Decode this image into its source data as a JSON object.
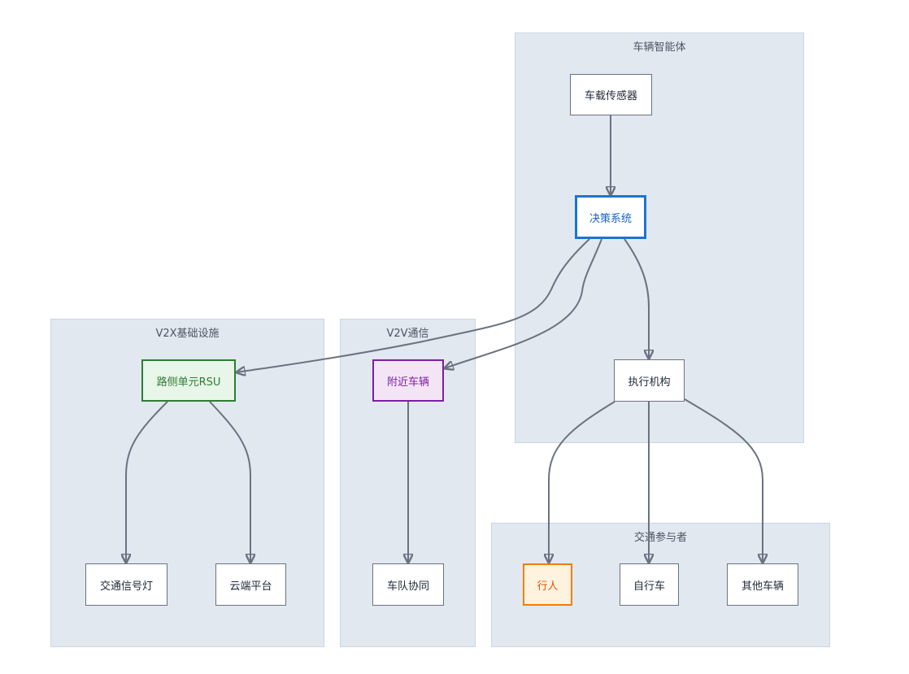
{
  "clusters": {
    "vehicle_agent": "车辆智能体",
    "v2x_infra": "V2X基础设施",
    "v2v_comm": "V2V通信",
    "traffic_participants": "交通参与者"
  },
  "nodes": {
    "sensors": "车载传感器",
    "decision": "决策系统",
    "actuator": "执行机构",
    "rsu": "路侧单元RSU",
    "traffic_light": "交通信号灯",
    "cloud": "云端平台",
    "nearby_vehicle": "附近车辆",
    "platoon": "车队协同",
    "pedestrian": "行人",
    "bicycle": "自行车",
    "other_vehicle": "其他车辆"
  },
  "colors": {
    "cluster_bg": "#e2e8f0",
    "edge": "#6b7280",
    "decision": "#1976d2",
    "rsu": "#2e7d32",
    "nearby_vehicle": "#7b1fa2",
    "pedestrian": "#f57c00"
  },
  "edges": [
    {
      "from": "车载传感器",
      "to": "决策系统"
    },
    {
      "from": "决策系统",
      "to": "路侧单元RSU"
    },
    {
      "from": "决策系统",
      "to": "附近车辆"
    },
    {
      "from": "决策系统",
      "to": "执行机构"
    },
    {
      "from": "路侧单元RSU",
      "to": "交通信号灯"
    },
    {
      "from": "路侧单元RSU",
      "to": "云端平台"
    },
    {
      "from": "附近车辆",
      "to": "车队协同"
    },
    {
      "from": "执行机构",
      "to": "行人"
    },
    {
      "from": "执行机构",
      "to": "自行车"
    },
    {
      "from": "执行机构",
      "to": "其他车辆"
    }
  ]
}
